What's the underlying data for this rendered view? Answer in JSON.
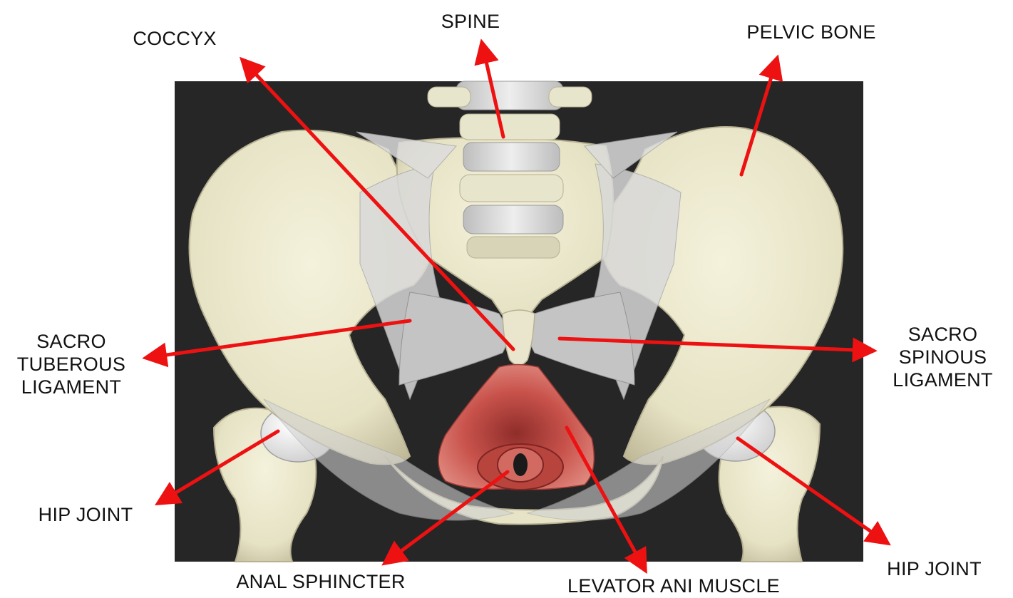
{
  "colors": {
    "background": "#ffffff",
    "panel": "#262626",
    "bone": "#ece9cf",
    "bone_shadow": "#c9c4a5",
    "ligament": "#d6d6d6",
    "muscle": "#c8524b",
    "arrow": "#ee1111",
    "text": "#111111"
  },
  "labels": {
    "spine": "SPINE",
    "coccyx": "COCCYX",
    "pelvic_bone": "PELVIC BONE",
    "sacro_tuberous_ligament": [
      "SACRO",
      "TUBEROUS",
      "LIGAMENT"
    ],
    "sacro_spinous_ligament": [
      "SACRO",
      "SPINOUS",
      "LIGAMENT"
    ],
    "hip_joint_left": "HIP JOINT",
    "hip_joint_right": "HIP JOINT",
    "anal_sphincter": "ANAL SPHINCTER",
    "levator_ani_muscle": "LEVATOR ANI MUSCLE"
  },
  "illustration": {
    "subject": "pelvis-anatomy",
    "icons": [
      "pelvis-illustration",
      "arrow-icon"
    ]
  }
}
